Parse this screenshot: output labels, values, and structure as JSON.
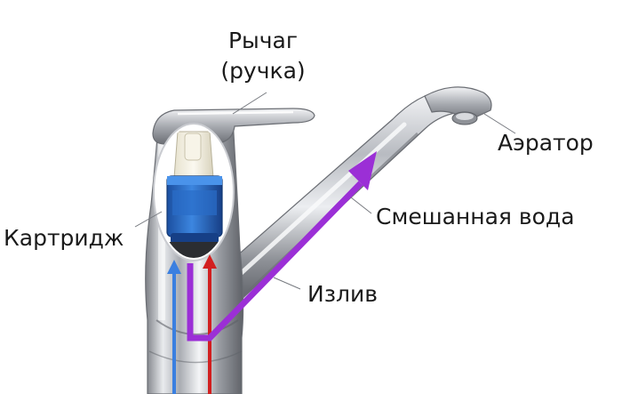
{
  "labels": {
    "lever": "Рычаг",
    "lever_sub": "(ручка)",
    "aerator": "Аэратор",
    "mixed_water": "Смешанная вода",
    "cartridge": "Картридж",
    "spout": "Излив"
  },
  "colors": {
    "cold_water": "#3a7fe0",
    "hot_water": "#d21f1f",
    "mixed_water": "#9b2fd6",
    "cartridge": "#2c6ac8",
    "chrome": "#b9bcc2"
  }
}
